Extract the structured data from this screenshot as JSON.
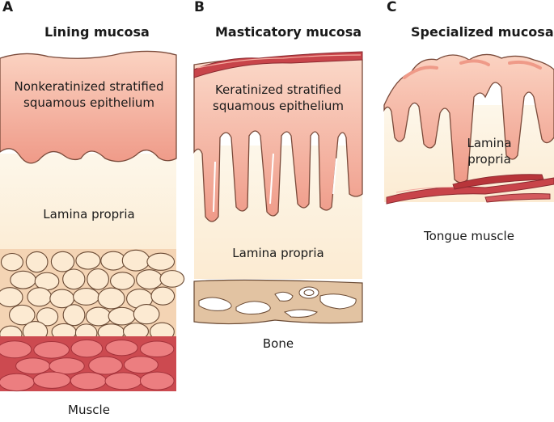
{
  "panels": [
    {
      "letter": "A",
      "title": "Lining mucosa",
      "epithelium_line1": "Nonkeratinized stratified",
      "epithelium_line2": "squamous epithelium",
      "lamina": "Lamina propria",
      "base": "Muscle"
    },
    {
      "letter": "B",
      "title": "Masticatory mucosa",
      "epithelium_line1": "Keratinized stratified",
      "epithelium_line2": "squamous epithelium",
      "lamina": "Lamina propria",
      "base": "Bone"
    },
    {
      "letter": "C",
      "title": "Specialized mucosa",
      "lamina_line1": "Lamina",
      "lamina_line2": "propria",
      "base": "Tongue muscle"
    }
  ],
  "colors": {
    "epithelium_top": "#f7c2ae",
    "epithelium_bottom": "#ef9a88",
    "lamina": "#fdf0dc",
    "fat_cell": "#fbe3c6",
    "muscle": "#e9787a",
    "muscle_dark": "#b8353a",
    "bone": "#d9b894",
    "outline": "#5a4030"
  }
}
